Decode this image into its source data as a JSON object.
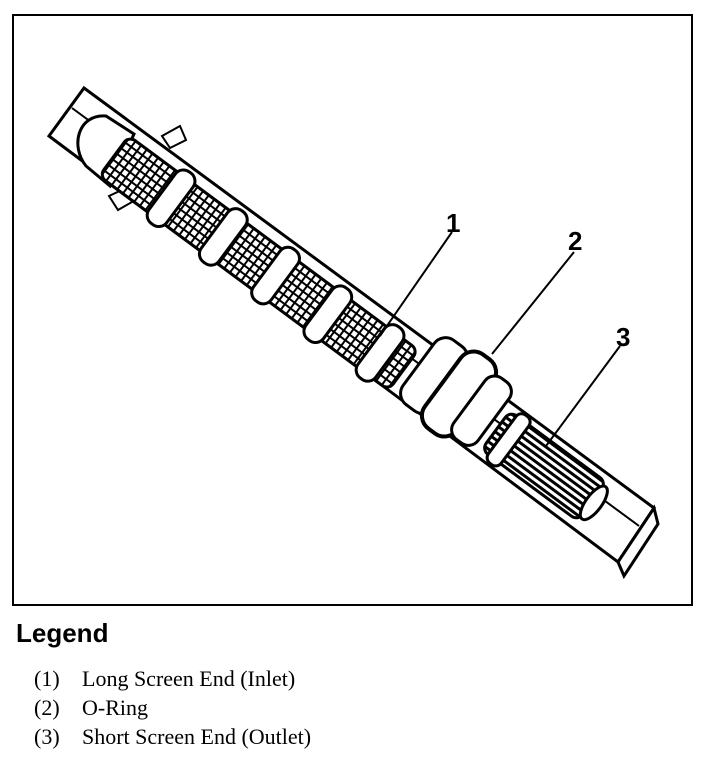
{
  "callouts": [
    "1",
    "2",
    "3"
  ],
  "legend": {
    "title": "Legend",
    "items": [
      {
        "num": "(1)",
        "text": "Long Screen End (Inlet)"
      },
      {
        "num": "(2)",
        "text": "O-Ring"
      },
      {
        "num": "(3)",
        "text": "Short Screen End (Outlet)"
      }
    ]
  }
}
